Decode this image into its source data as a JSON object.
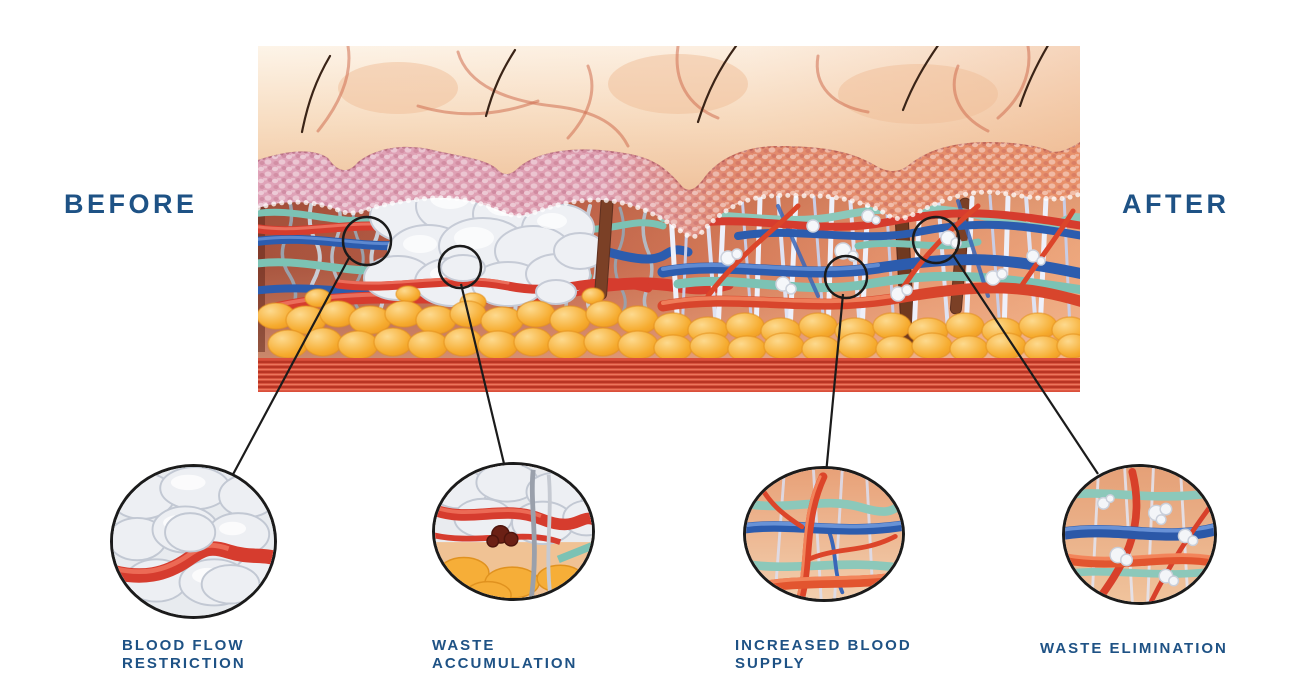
{
  "page": {
    "background": "#ffffff"
  },
  "comparison": {
    "before_label": "BEFORE",
    "after_label": "AFTER"
  },
  "callouts": [
    {
      "title_line1": "BLOOD FLOW",
      "title_line2": "RESTRICTION"
    },
    {
      "title_line1": "WASTE",
      "title_line2": "ACCUMULATION"
    },
    {
      "title_line1": "INCREASED BLOOD",
      "title_line2": "SUPPLY"
    },
    {
      "title_line1": "WASTE ELIMINATION",
      "title_line2": ""
    }
  ],
  "colors": {
    "label-blue": "#1e5285",
    "artery-red": "#d63c2e",
    "vein-blue": "#2c5cae",
    "lymph-teal": "#7cc2b4",
    "fat-yellow": "#f6ab2e",
    "muscle-red": "#da4f3b",
    "epidermis-pink": "#dfa3b8",
    "epidermis-salmon": "#e78e63",
    "annotation-line": "#1b1b1b"
  }
}
